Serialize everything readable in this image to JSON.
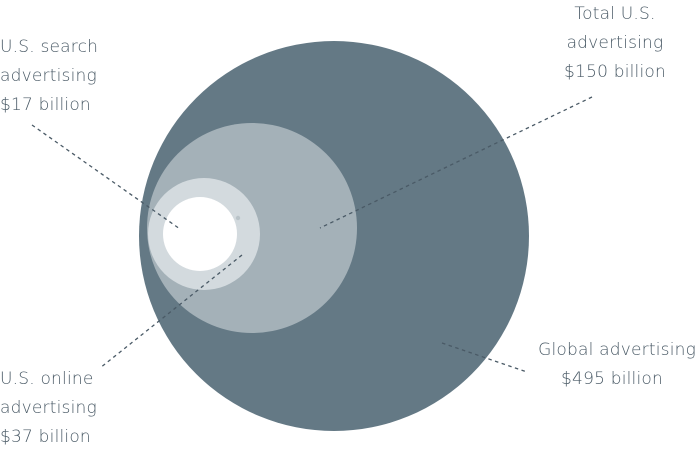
{
  "labels": {
    "search": {
      "line1": "U.S. search",
      "line2": "advertising",
      "value": "$17 billion"
    },
    "total": {
      "line1": "Total U.S.",
      "line2": "advertising",
      "value": "$150 billion"
    },
    "online": {
      "line1": "U.S. online",
      "line2": "advertising",
      "value": "$37 billion"
    },
    "global": {
      "line1": "Global advertising",
      "value": "$495 billion"
    }
  },
  "circles": [
    {
      "name": "global-advertising",
      "value": 495,
      "color": "#647985"
    },
    {
      "name": "us-total-advertising",
      "value": 150,
      "color": "#a4b1b8"
    },
    {
      "name": "us-online-advertising",
      "value": 37,
      "color": "#d3dade"
    },
    {
      "name": "us-search-advertising",
      "value": 17,
      "color": "#ffffff"
    }
  ],
  "colors": {
    "text": "#4a5a66",
    "leader": "#4a5a66"
  }
}
